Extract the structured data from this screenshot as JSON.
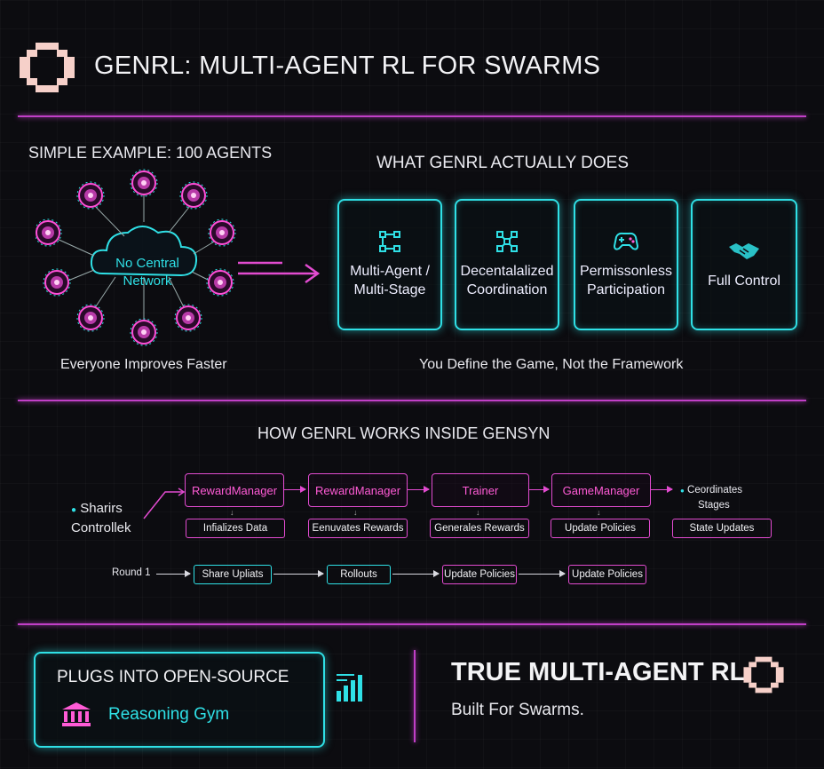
{
  "header": {
    "title": "GENRL: MULTI-AGENT RL FOR SWARMS"
  },
  "example": {
    "heading": "SIMPLE EXAMPLE: 100 AGENTS",
    "network_label_line1": "No Central",
    "network_label_line2": "Network",
    "caption": "Everyone Improves Faster"
  },
  "features": {
    "heading": "WHAT GENRL ACTUALLY DOES",
    "items": [
      {
        "icon": "nodes-icon",
        "line1": "Multi-Agent /",
        "line2": "Multi-Stage"
      },
      {
        "icon": "network-icon",
        "line1": "Decentalalized",
        "line2": "Coordination"
      },
      {
        "icon": "gamepad-icon",
        "line1": "Permissonless",
        "line2": "Participation"
      },
      {
        "icon": "handshake-icon",
        "line1": "Full Control",
        "line2": ""
      }
    ],
    "caption": "You Define the Game, Not the Framework"
  },
  "workflow": {
    "heading": "HOW GENRL WORKS INSIDE GENSYN",
    "controller_line1": "Sharirs",
    "controller_line2": "Controllek",
    "stages": [
      "RewardManager",
      "RewardManager",
      "Trainer",
      "GameManager"
    ],
    "stage_outputs": [
      "Infializes Data",
      "Eenuvates Rewards",
      "Generales Rewards",
      "Update Policies",
      "State Updates"
    ],
    "coordinates_line1": "Ceordinates",
    "coordinates_line2": "Stages",
    "round_label": "Round 1",
    "round_steps": [
      "Share Upliats",
      "Rollouts",
      "Update Policies",
      "Update Policies"
    ]
  },
  "footer": {
    "plugs_heading": "PLUGS INTO OPEN-SOURCE",
    "reasoning_gym": "Reasoning Gym",
    "tagline_title": "TRUE MULTI-AGENT RL",
    "tagline_sub": "Built For Swarms."
  },
  "colors": {
    "accent_pink": "#e24bd0",
    "accent_cyan": "#2fe0e6",
    "logo": "#f6d0c9",
    "background": "#0c0c10"
  }
}
